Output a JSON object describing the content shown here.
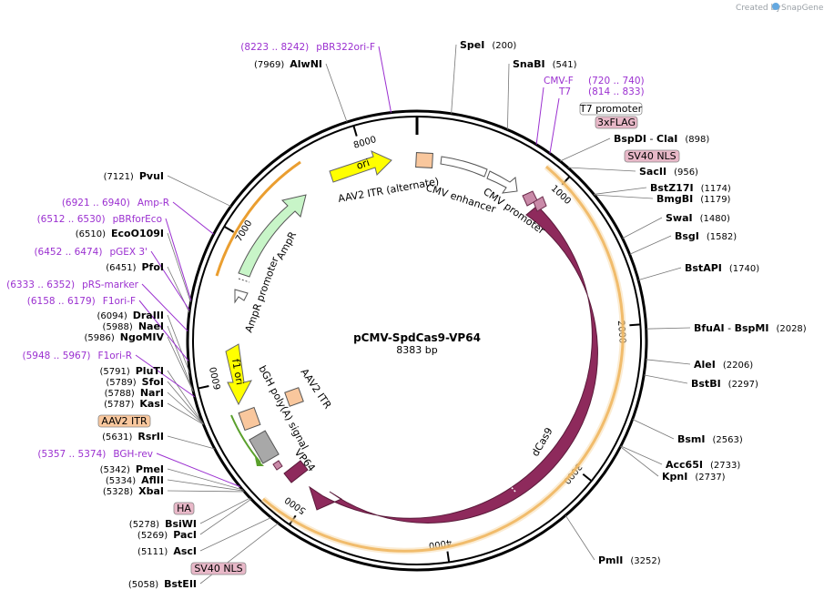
{
  "credit": {
    "text": "Created by",
    "brand": "SnapGene"
  },
  "plasmid": {
    "name": "pCMV-SpdCas9-VP64",
    "size": "8383 bp"
  },
  "ticks": [
    "1000",
    "2000",
    "3000",
    "4000",
    "5000",
    "6000",
    "7000",
    "8000"
  ],
  "sites_right": [
    {
      "name": "SpeI",
      "pos": "(200)"
    },
    {
      "name": "SnaBI",
      "pos": "(541)"
    },
    {
      "name": "BspDI",
      "sep": " - ",
      "name2": "ClaI",
      "pos": "(898)"
    },
    {
      "name": "SacII",
      "pos": "(956)"
    },
    {
      "name": "BstZ17I",
      "pos": "(1174)"
    },
    {
      "name": "BmgBI",
      "pos": "(1179)"
    },
    {
      "name": "SwaI",
      "pos": "(1480)"
    },
    {
      "name": "BsgI",
      "pos": "(1582)"
    },
    {
      "name": "BstAPI",
      "pos": "(1740)"
    },
    {
      "name": "BfuAI",
      "sep": " - ",
      "name2": "BspMI",
      "pos": "(2028)"
    },
    {
      "name": "AleI",
      "pos": "(2206)"
    },
    {
      "name": "BstBI",
      "pos": "(2297)"
    },
    {
      "name": "BsmI",
      "pos": "(2563)"
    },
    {
      "name": "Acc65I",
      "pos": "(2733)"
    },
    {
      "name": "KpnI",
      "pos": "(2737)"
    },
    {
      "name": "PmlI",
      "pos": "(3252)"
    }
  ],
  "sites_left": [
    {
      "name": "AlwNI",
      "pos": "(7969)"
    },
    {
      "name": "PvuI",
      "pos": "(7121)"
    },
    {
      "name": "EcoO109I",
      "pos": "(6510)"
    },
    {
      "name": "PfoI",
      "pos": "(6451)"
    },
    {
      "name": "DraIII",
      "pos": "(6094)"
    },
    {
      "name": "NaeI",
      "pos": "(5988)"
    },
    {
      "name": "NgoMIV",
      "pos": "(5986)"
    },
    {
      "name": "PluTI",
      "pos": "(5791)"
    },
    {
      "name": "SfoI",
      "pos": "(5789)"
    },
    {
      "name": "NarI",
      "pos": "(5788)"
    },
    {
      "name": "KasI",
      "pos": "(5787)"
    },
    {
      "name": "RsrII",
      "pos": "(5631)"
    },
    {
      "name": "PmeI",
      "pos": "(5342)"
    },
    {
      "name": "AflII",
      "pos": "(5334)"
    },
    {
      "name": "XbaI",
      "pos": "(5328)"
    },
    {
      "name": "BsiWI",
      "pos": "(5278)"
    },
    {
      "name": "PacI",
      "pos": "(5269)"
    },
    {
      "name": "AscI",
      "pos": "(5111)"
    },
    {
      "name": "BstEII",
      "pos": "(5058)"
    }
  ],
  "primers_right": [
    {
      "range": "(720 .. 740)",
      "name": "CMV-F"
    },
    {
      "range": "(814 .. 833)",
      "name": "T7"
    }
  ],
  "primers_left": [
    {
      "range": "(8223 .. 8242)",
      "name": "pBR322ori-F"
    },
    {
      "range": "(6921 .. 6940)",
      "name": "Amp-R"
    },
    {
      "range": "(6512 .. 6530)",
      "name": "pBRforEco"
    },
    {
      "range": "(6452 .. 6474)",
      "name": "pGEX 3'"
    },
    {
      "range": "(6333 .. 6352)",
      "name": "pRS-marker"
    },
    {
      "range": "(6158 .. 6179)",
      "name": "F1ori-F"
    },
    {
      "range": "(5948 .. 5967)",
      "name": "F1ori-R"
    },
    {
      "range": "(5357 .. 5374)",
      "name": "BGH-rev"
    }
  ],
  "boxed_labels": [
    {
      "text": "T7 promoter",
      "color": "#ffffff"
    },
    {
      "text": "3xFLAG",
      "color": "#e8b8c8"
    },
    {
      "text": "SV40 NLS",
      "color": "#e8b8c8"
    },
    {
      "text": "AAV2 ITR",
      "color": "#f9c79d"
    },
    {
      "text": "HA",
      "color": "#e8b8c8"
    },
    {
      "text": "SV40 NLS",
      "color": "#e8b8c8"
    }
  ],
  "features": {
    "ori": "ori",
    "aav_itr_alt": "AAV2 ITR (alternate)",
    "cmv_enhancer": "CMV enhancer",
    "cmv_promoter": "CMV promoter",
    "ampr": "AmpR",
    "ampr_promoter": "AmpR promoter",
    "f1_ori": "f1 ori",
    "bgh": "bGH poly(A) signal",
    "aav_itr": "AAV2 ITR",
    "vp64": "VP64",
    "dcas9": "dCas9"
  },
  "colors": {
    "primer": "#9b30d0",
    "dcas9": "#8e2a5c",
    "orange_arc": "#e8941a",
    "ori": "#ffff00",
    "ampr": "#c8f5c8",
    "itr": "#f9c79d",
    "bgh": "#a8a8a8"
  }
}
